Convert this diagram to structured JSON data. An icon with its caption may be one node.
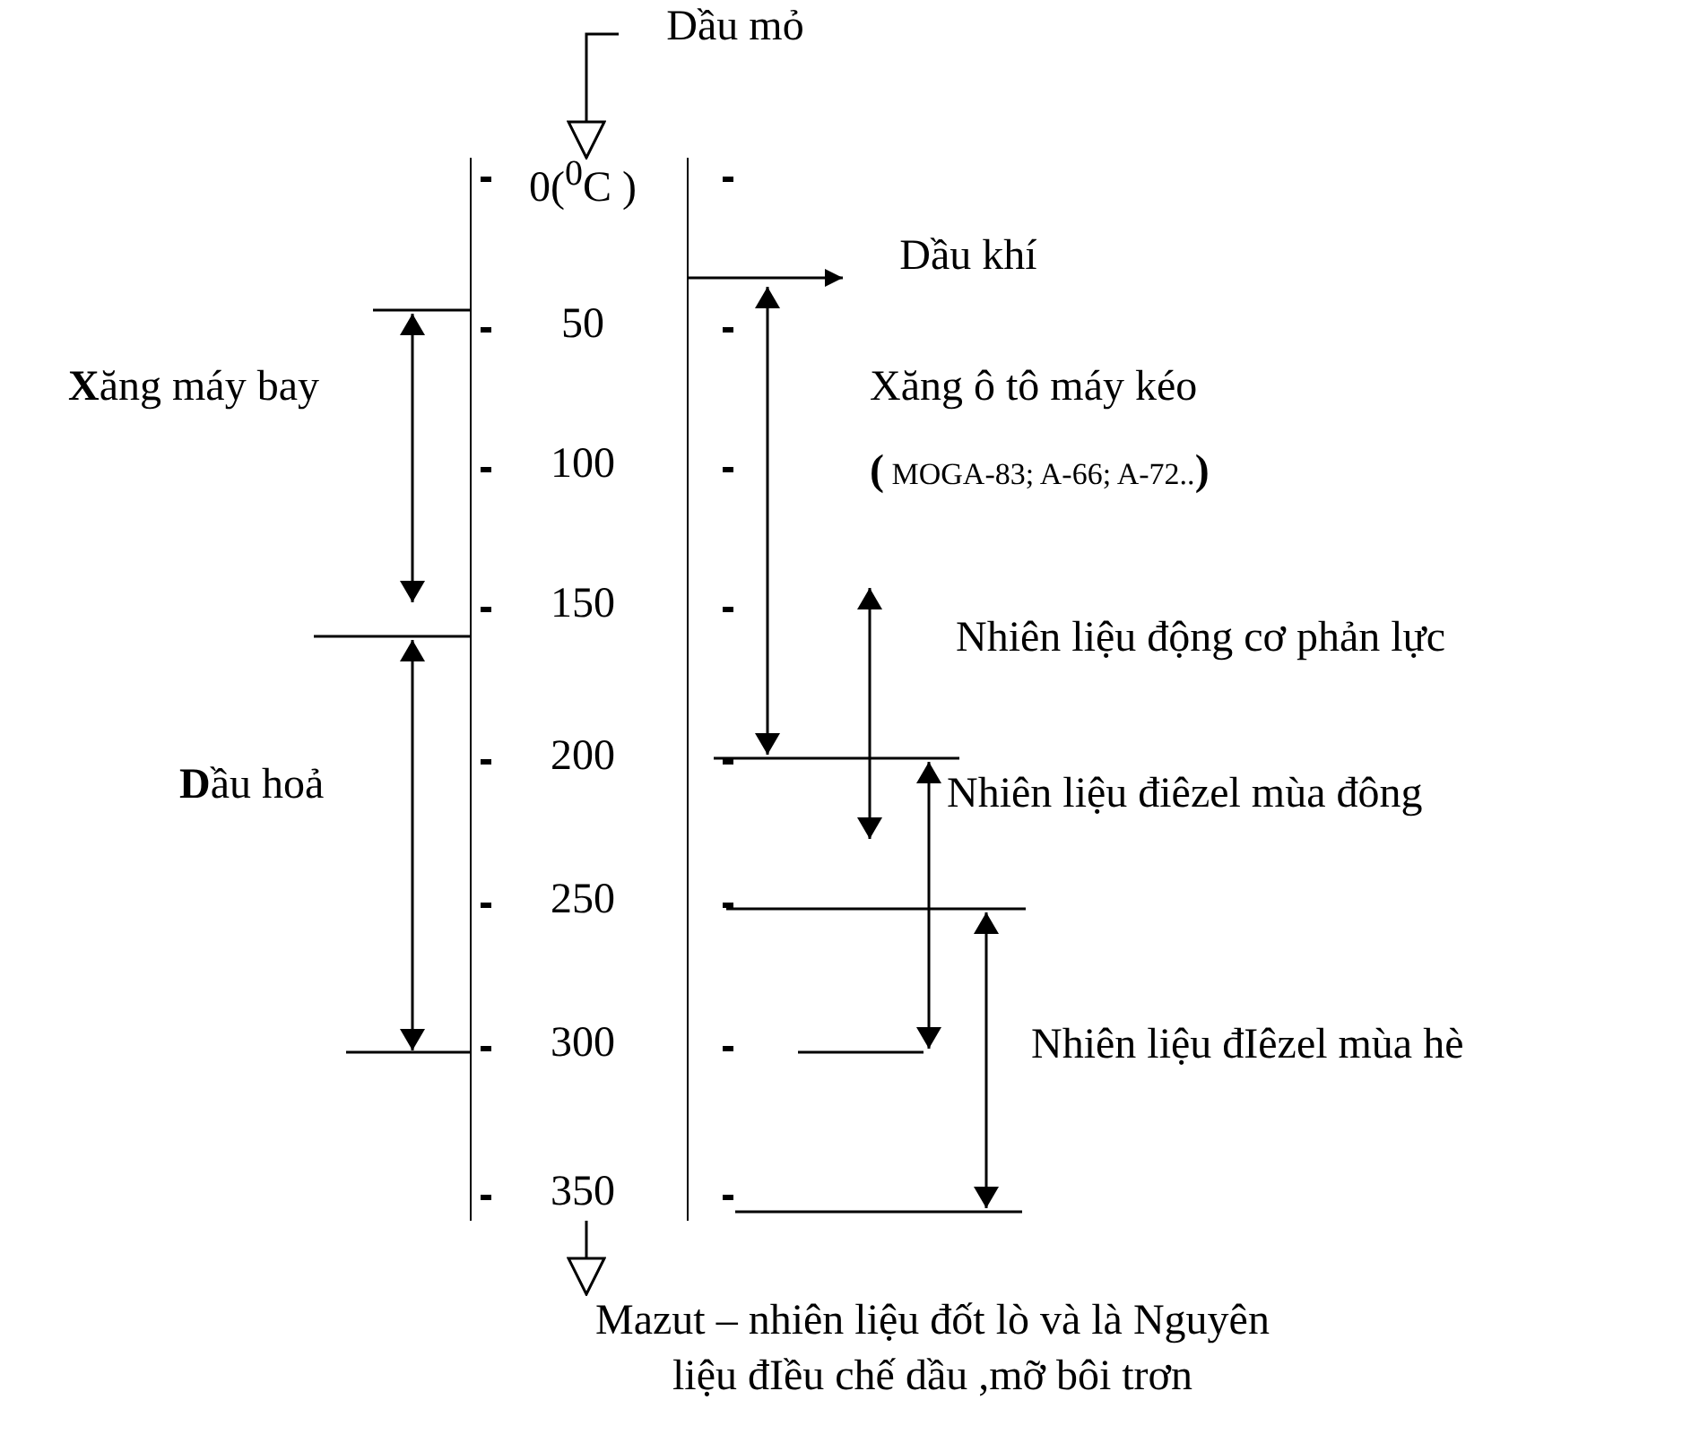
{
  "diagram": {
    "nodes": [
      {
        "text": [
          "Dầu mỏ"
        ]
      },
      {
        "text": [],
        "shape": "box"
      },
      {
        "text": [
          "Dầu khí"
        ]
      },
      {
        "text": [
          "Mazut – nhiên liệu đốt lò và là Nguyên liệu đIều chế dầu ,mỡ bôi trơn"
        ]
      }
    ],
    "edges": [
      {
        "from": 0,
        "to": 1,
        "arrow": "to"
      },
      {
        "from": 1,
        "to": 2,
        "arrow": "to"
      },
      {
        "from": 1,
        "to": 3,
        "arrow": "to"
      }
    ],
    "labels": [
      "0($^{0}$C )",
      "**X**ăng máy bay",
      "50",
      "Xăng ô tô máy kéo",
      "100",
      "**(** MOGA-83; A-66; A-72..**)**",
      "150",
      "Nhiên liệu động cơ phản lực",
      "200",
      "**D**ầu hoả",
      "Nhiên liệu điêzel mùa đông",
      "250",
      "300",
      "Nhiên liệu đIêzel mùa hè",
      "350"
    ]
  }
}
